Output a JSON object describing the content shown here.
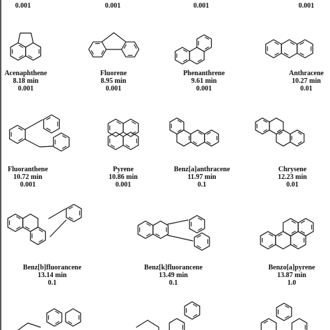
{
  "top_values": [
    "0.001",
    "0.001",
    "0.001",
    "0.001"
  ],
  "compounds": [
    {
      "name": "Acenaphthene",
      "time": "8.18 min",
      "value": "0.001"
    },
    {
      "name": "Fluorene",
      "time": "8.95 min",
      "value": "0.001"
    },
    {
      "name": "Phenanthrene",
      "time": "9.61 min",
      "value": "0.001"
    },
    {
      "name": "Anthracene",
      "time": "10.27 min",
      "value": "0.01"
    },
    {
      "name": "Fluoranthene",
      "time": "10.72 min",
      "value": "0.001"
    },
    {
      "name": "Pyrene",
      "time": "10.86 min",
      "value": "0.001"
    },
    {
      "name": "Benz[a]anthracene",
      "time": "11.97 min",
      "value": "0.1"
    },
    {
      "name": "Chrysene",
      "time": "12.23 min",
      "value": "0.01"
    },
    {
      "name": "Benz[b]fluorancene",
      "time": "13.14 min",
      "value": "0.1"
    },
    {
      "name": "Benz[k]fluorancene",
      "time": "13.49 min",
      "value": "0.1"
    },
    {
      "name": "Benzo[a]pyrene",
      "time": "13.87 min",
      "value": "1.0"
    }
  ]
}
